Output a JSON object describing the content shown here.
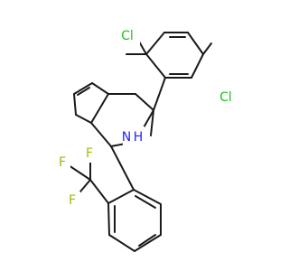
{
  "molecule": {
    "labels": {
      "cl_top": "Cl",
      "cl_right": "Cl",
      "nh": "H",
      "n": "N",
      "f_left": "F",
      "f_top": "F",
      "f_bottom": "F"
    },
    "colors": {
      "bond": "#1a1a1a",
      "chlorine": "#1fbf1f",
      "nitrogen": "#1f1fff",
      "fluorine": "#a6b800"
    }
  }
}
